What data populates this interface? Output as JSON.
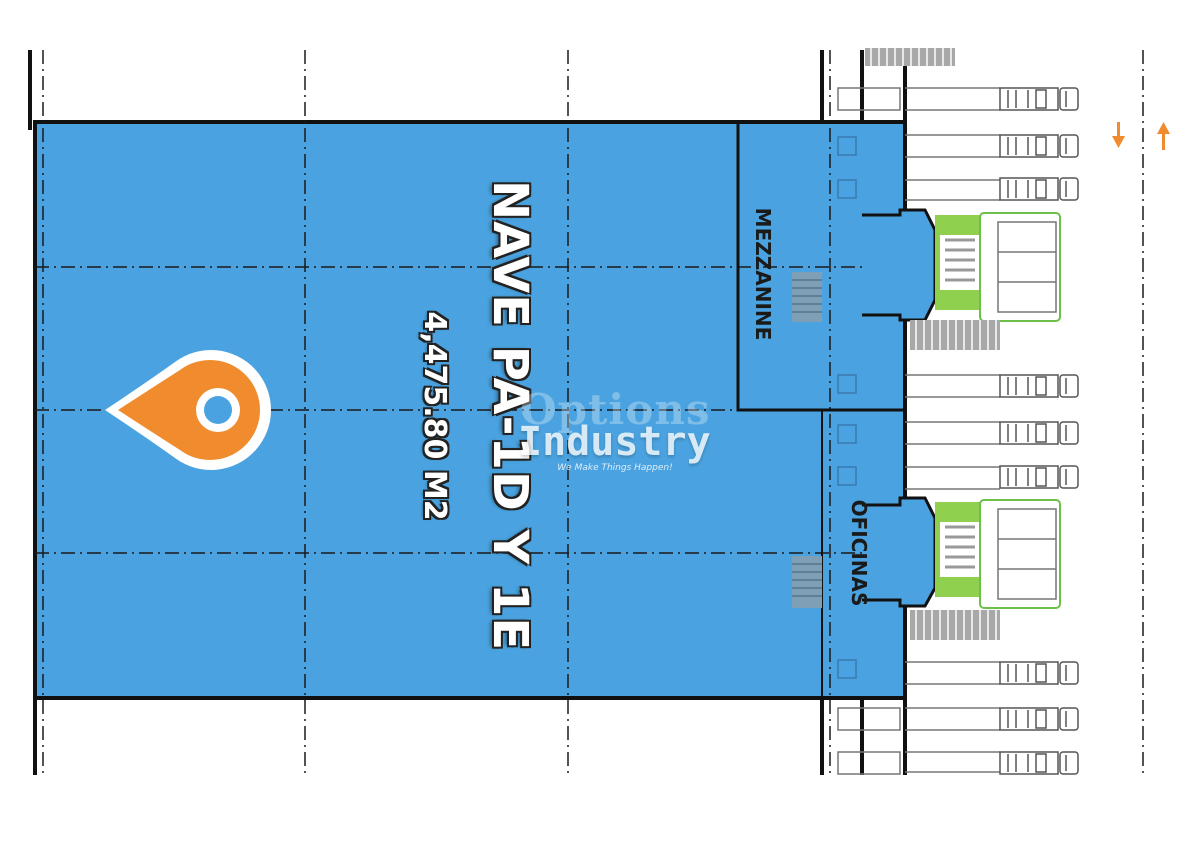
{
  "plan": {
    "unit_title": "NAVE PA-1D Y 1E",
    "unit_area": "4,475.80 M2",
    "mezzanine_label": "MEZZANINE",
    "offices_label": "OFICINAS"
  },
  "watermark": {
    "line1": "Options",
    "line2": "Industry",
    "tagline": "We Make Things Happen!"
  },
  "colors": {
    "warehouse_blue": "#4aa3e0",
    "outline": "#111111",
    "pin_orange": "#f08c2e",
    "green_dock": "#8fd14f",
    "arrow_orange": "#f08c2e",
    "gray": "#9a9a9a"
  },
  "icons": [
    "location-pin-icon",
    "truck-icon",
    "arrow-down-icon",
    "arrow-up-icon"
  ]
}
